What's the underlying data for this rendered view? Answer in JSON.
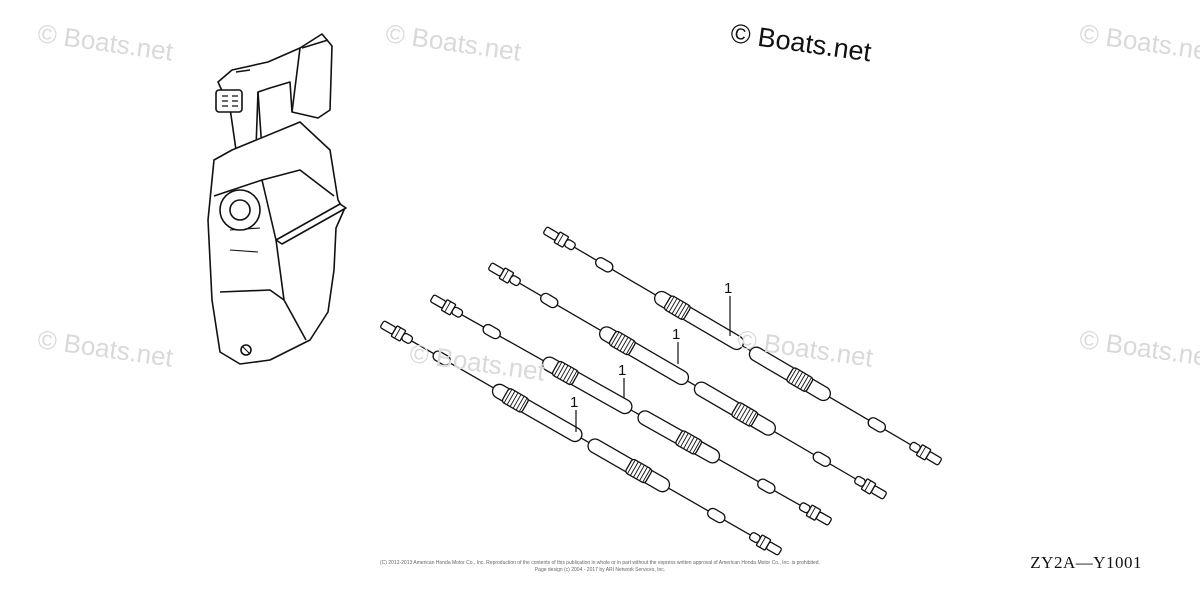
{
  "watermarks": {
    "main": "© Boats.net",
    "faint": "© Boats.net"
  },
  "callouts": {
    "cable_1": "1",
    "cable_2": "1",
    "cable_3": "1",
    "cable_4": "1"
  },
  "diagram_code": "ZY2A—Y1001",
  "copyright": {
    "line1": "(C) 2012-2013 American Honda Motor Co., Inc. Reproduction of the contents of this publication in whole or in part without the express written approval of American Honda Motor Co., Inc. is prohibited.",
    "line2": "Page design (c) 2004 - 2017 by ARI Network Services, Inc."
  }
}
